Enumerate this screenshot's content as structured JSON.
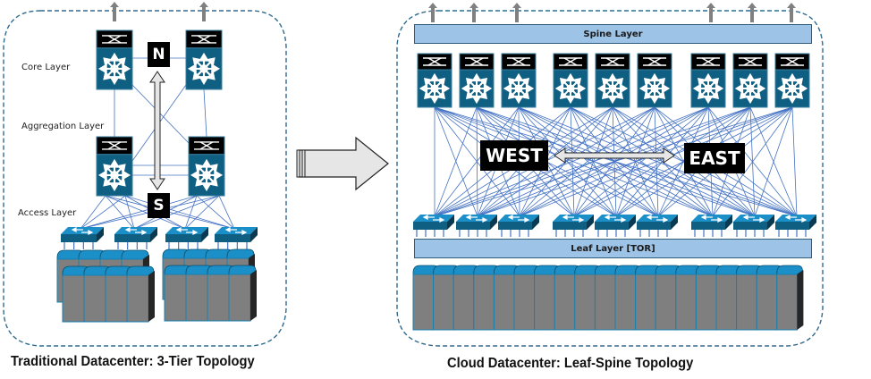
{
  "colors": {
    "switch_body": "#0f5f82",
    "switch_header": "#000000",
    "link_line": "#4472c4",
    "layer_band": "#9dc3e6",
    "band_border": "#2f5c78",
    "server_front": "#7f7f7f",
    "server_top": "#1a8fc8",
    "server_side": "#262626",
    "dashed_border": "#2f6a8f",
    "uplink_arrow": "#808080",
    "bidir_arrow_fill": "#e6e6e6"
  },
  "left_panel": {
    "caption": "Traditional Datacenter: 3-Tier Topology",
    "layers": {
      "core": "Core Layer",
      "aggregation": "Aggregation Layer",
      "access": "Access Layer"
    },
    "traffic_labels": {
      "north": "N",
      "south": "S"
    },
    "core_switch_count": 2,
    "aggregation_switch_count": 2,
    "access_switch_count": 4,
    "server_rack_groups": 2
  },
  "transition_arrow": {
    "icon": "right-arrow-icon"
  },
  "right_panel": {
    "caption": "Cloud Datacenter: Leaf-Spine Topology",
    "spine_layer_label": "Spine Layer",
    "leaf_layer_label": "Leaf Layer [TOR]",
    "traffic_labels": {
      "west": "WEST",
      "east": "EAST"
    },
    "spine_switch_count": 9,
    "leaf_switch_count": 9,
    "server_count": 19,
    "uplink_arrow_count": 6
  }
}
